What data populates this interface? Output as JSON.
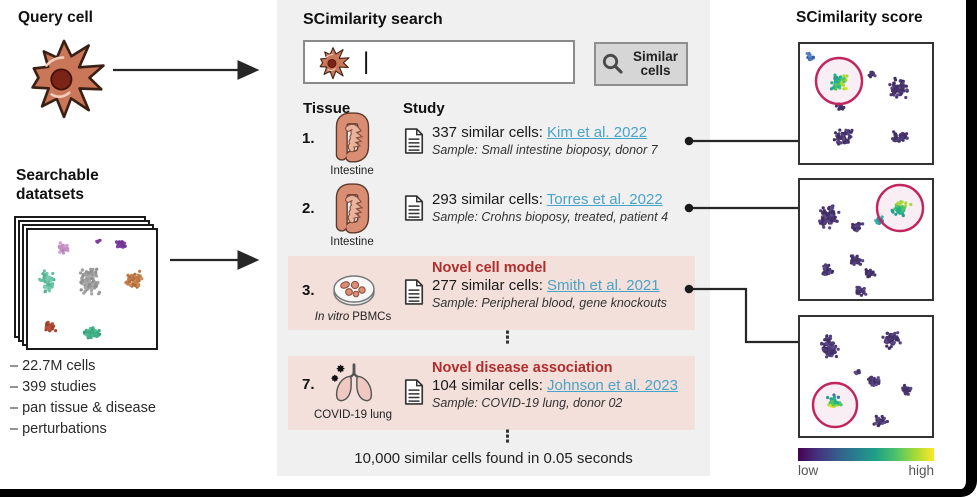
{
  "left": {
    "query_cell_title": "Query cell",
    "datasets_title_line1": "Searchable",
    "datasets_title_line2": "datatsets",
    "bullets": [
      "– 22.7M cells",
      "– 399 studies",
      "– pan tissue & disease",
      "– perturbations"
    ]
  },
  "search": {
    "title": "SCimilarity search",
    "input_cursor": "|",
    "button_label": "Similar cells",
    "col_tissue": "Tissue",
    "col_study": "Study",
    "rows": [
      {
        "rank": "1.",
        "tissue_caption_italic": "",
        "tissue_caption": "Intestine",
        "novel": "",
        "count": "337 similar cells: ",
        "link": "Kim et al. 2022",
        "sample": "Sample: Small intestine bioposy, donor 7"
      },
      {
        "rank": "2.",
        "tissue_caption_italic": "",
        "tissue_caption": "Intestine",
        "novel": "",
        "count": "293 similar cells: ",
        "link": "Torres et al. 2022",
        "sample": "Sample: Crohns bioposy, treated, patient 4"
      },
      {
        "rank": "3.",
        "tissue_caption_italic": "In vitro",
        "tissue_caption": "PBMCs",
        "novel": "Novel cell model",
        "count": "277 similar cells: ",
        "link": "Smith et al. 2021",
        "sample": "Sample: Peripheral blood, gene knockouts"
      },
      {
        "rank": "7.",
        "tissue_caption_italic": "",
        "tissue_caption": "COVID-19 lung",
        "novel": "Novel disease association",
        "count": "104 similar cells: ",
        "link": "Johnson et al. 2023",
        "sample": "Sample: COVID-19 lung, donor 02"
      }
    ],
    "ellipsis": "⋮",
    "footer": "10,000 similar cells found in 0.05 seconds"
  },
  "score": {
    "title": "SCimilarity score",
    "colorbar_low": "low",
    "colorbar_high": "high"
  },
  "icons": [
    "query-cell-icon",
    "search-icon",
    "intestine-icon",
    "document-icon",
    "petri-dish-icon",
    "covid-lung-icon"
  ],
  "colors": {
    "highlight_row_bg": "#f3e0da",
    "novel_text": "#b02d2d",
    "link_text": "#4aa3c8",
    "search_panel_bg": "#f0f0f1",
    "score_circle": "#c2245e",
    "colorbar_low": "#440154",
    "colorbar_high": "#fde725"
  }
}
